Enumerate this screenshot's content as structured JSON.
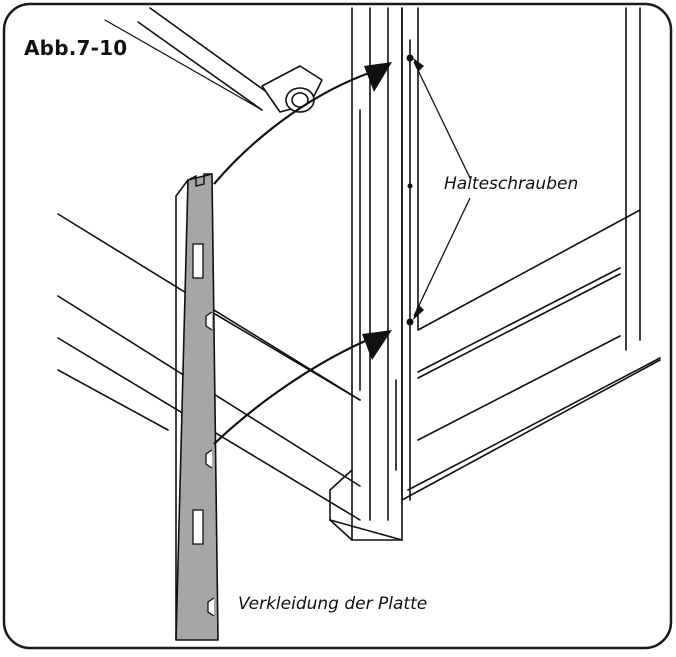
{
  "figure": {
    "label": "Abb.7-10",
    "callouts": {
      "screws": "Halteschrauben",
      "panel": "Verkleidung der Platte"
    },
    "colors": {
      "line": "#111111",
      "panel_fill": "#a6a6a6",
      "background": "#ffffff"
    }
  }
}
